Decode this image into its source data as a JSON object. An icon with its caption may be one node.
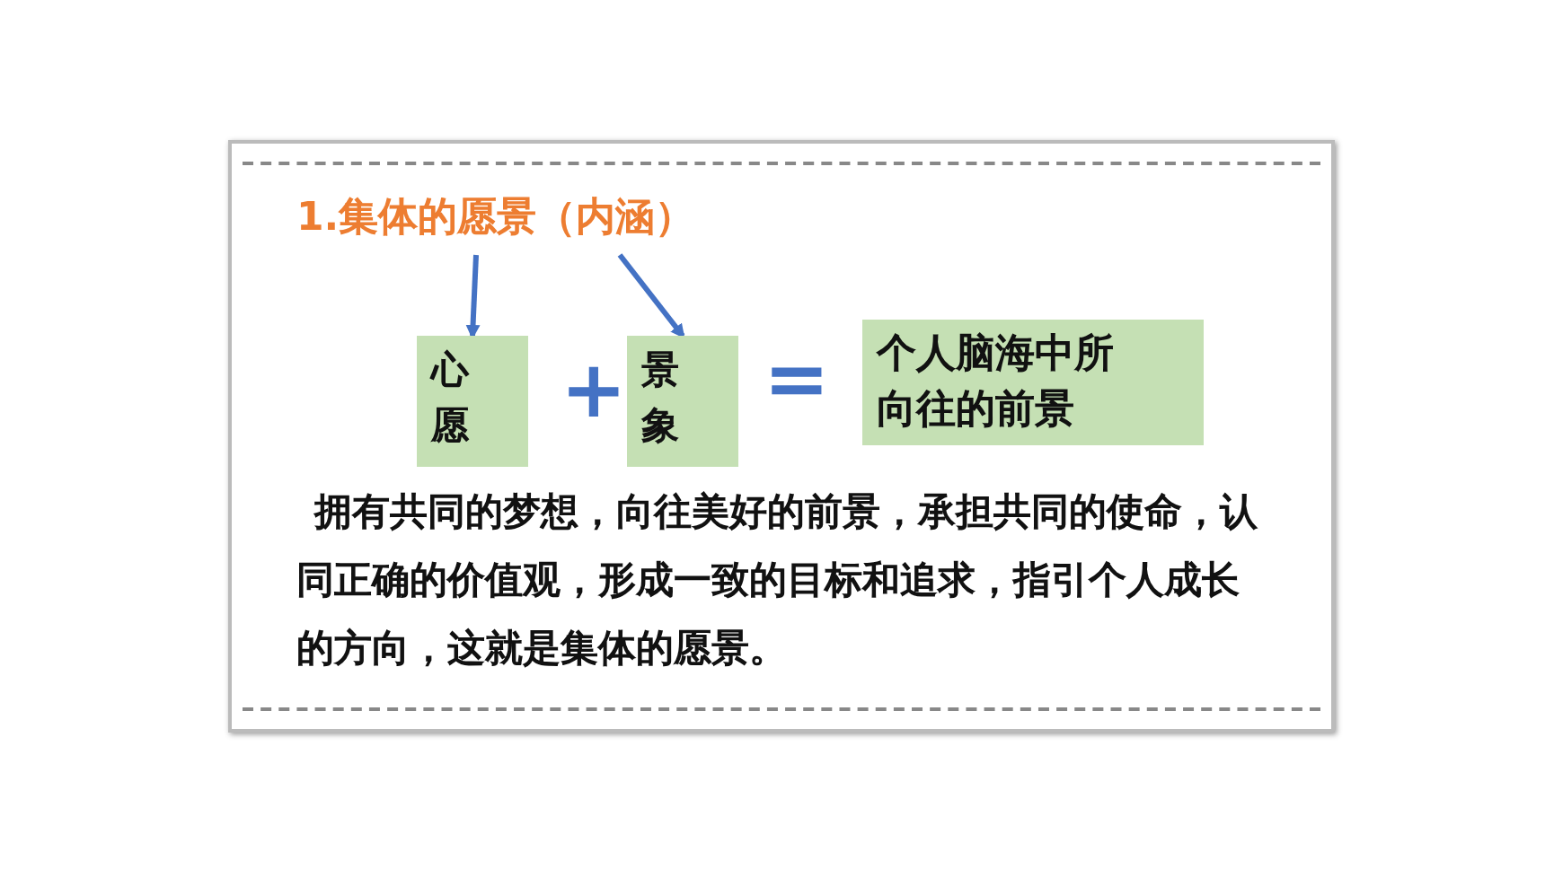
{
  "diagram": {
    "nodes": [
      {
        "text": [
          "1.集体的愿景（内涵）"
        ]
      },
      {
        "text": [
          "心愿"
        ]
      },
      {
        "text": [
          "景象"
        ]
      },
      {
        "text": [
          "个人脑海中所向往的前景"
        ]
      }
    ],
    "edges": [
      {
        "from": 0,
        "to": 1,
        "arrow": "to"
      },
      {
        "from": 0,
        "to": 2,
        "arrow": "to"
      }
    ],
    "labels": [
      "+",
      "=",
      "拥有共同的梦想，向往美好的前景，承担共同的使命，认同正确的价值观，形成一致的目标和追求，指引个人成长的方向，这就是集体的愿景。"
    ]
  }
}
